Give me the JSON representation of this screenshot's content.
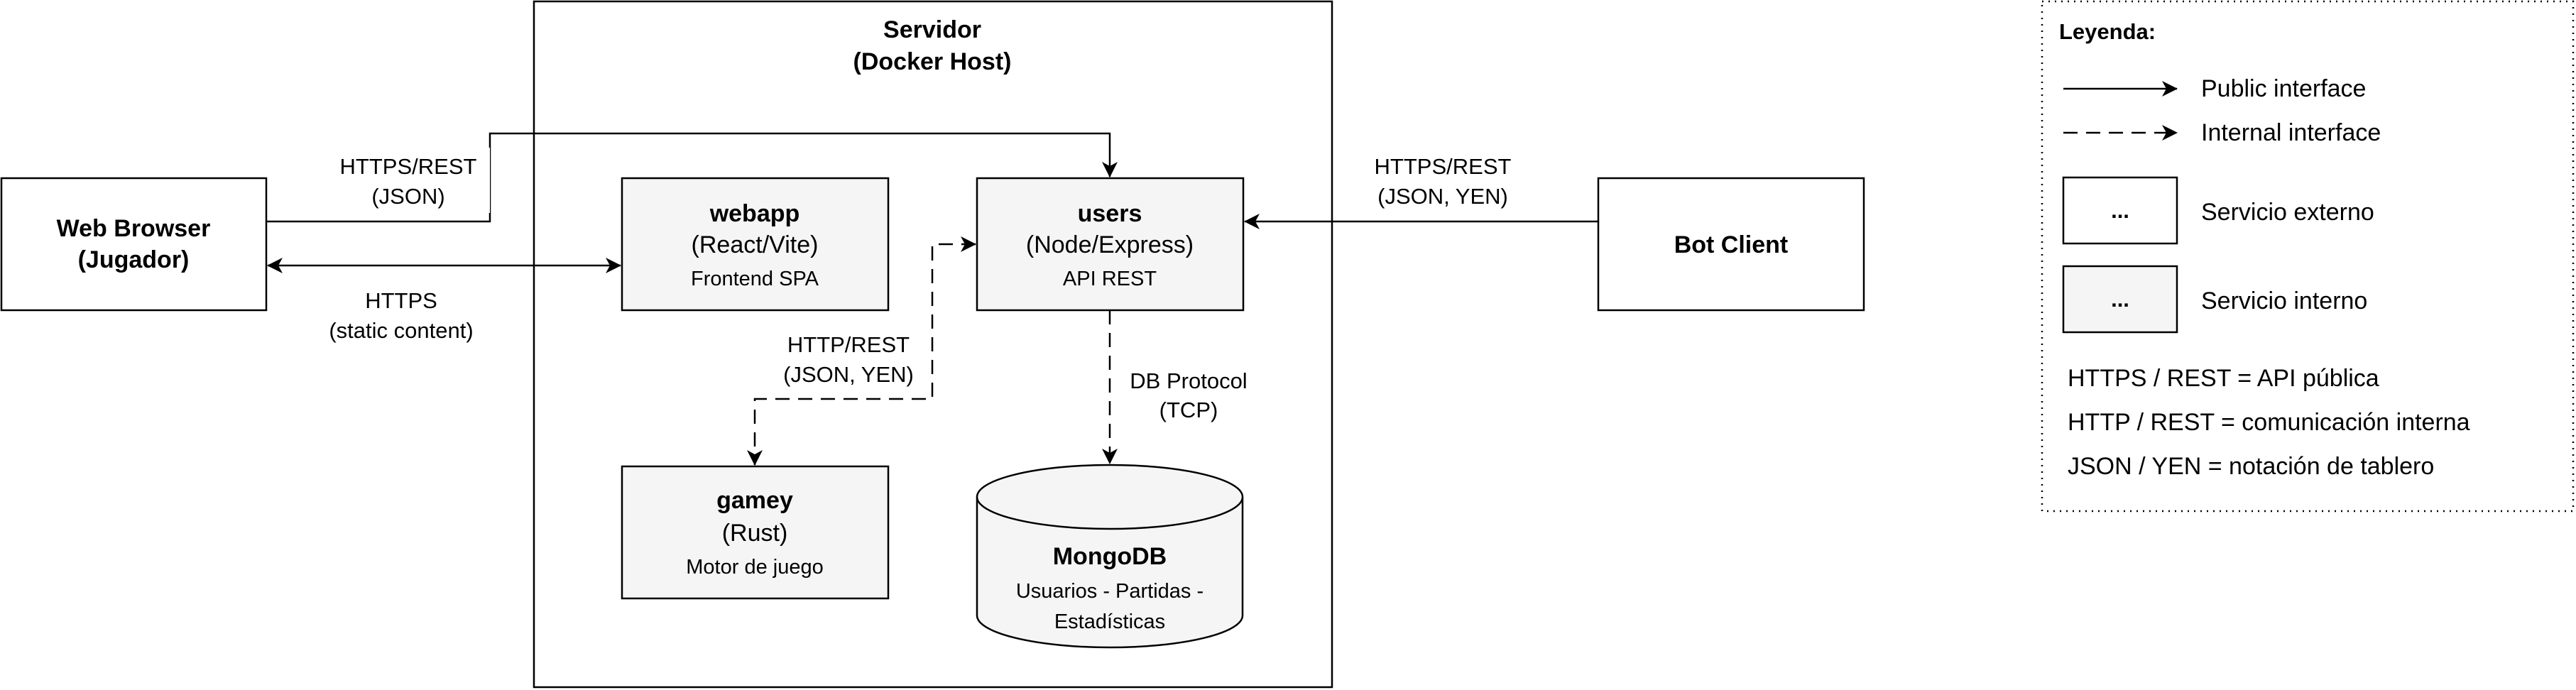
{
  "server": {
    "title": "Servidor",
    "subtitle": "(Docker Host)"
  },
  "nodes": {
    "web_browser": {
      "line1": "Web Browser",
      "line2": "(Jugador)"
    },
    "webapp": {
      "name": "webapp",
      "tech": "(React/Vite)",
      "desc": "Frontend SPA"
    },
    "users": {
      "name": "users",
      "tech": "(Node/Express)",
      "desc": "API REST"
    },
    "gamey": {
      "name": "gamey",
      "tech": "(Rust)",
      "desc": "Motor de juego"
    },
    "mongodb": {
      "name": "MongoDB",
      "desc1": "Usuarios - Partidas -",
      "desc2": "Estadísticas"
    },
    "bot_client": {
      "name": "Bot Client"
    }
  },
  "edges": {
    "browser_users": {
      "line1": "HTTPS/REST",
      "line2": "(JSON)"
    },
    "browser_webapp": {
      "line1": "HTTPS",
      "line2": "(static content)"
    },
    "bot_users": {
      "line1": "HTTPS/REST",
      "line2": "(JSON, YEN)"
    },
    "users_gamey": {
      "line1": "HTTP/REST",
      "line2": "(JSON, YEN)"
    },
    "users_mongo": {
      "line1": "DB Protocol",
      "line2": "(TCP)"
    }
  },
  "legend": {
    "title": "Leyenda:",
    "public_interface": "Public interface",
    "internal_interface": "Internal interface",
    "external_box": "...",
    "external_label": "Servicio externo",
    "internal_box": "...",
    "internal_label": "Servicio interno",
    "notes": [
      "HTTPS / REST = API pública",
      "HTTP / REST = comunicación interna",
      "JSON / YEN = notación de tablero"
    ]
  }
}
